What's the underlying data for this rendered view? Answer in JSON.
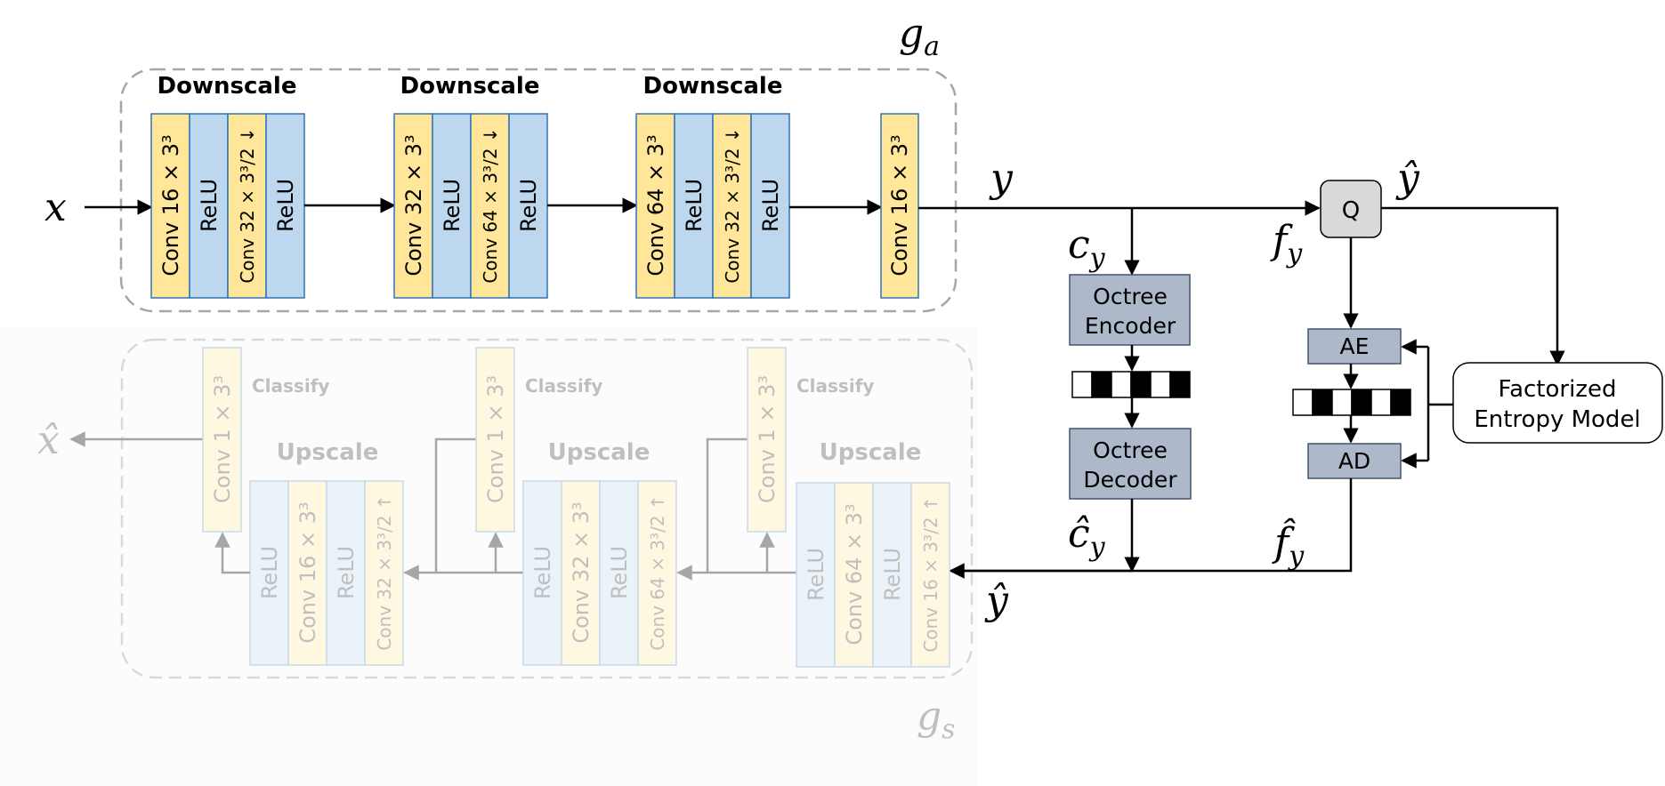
{
  "labels": {
    "g_a": "g",
    "g_a_sub": "a",
    "g_s": "g",
    "g_s_sub": "s",
    "x": "x",
    "x_hat": "x̂",
    "y": "y",
    "y_hat_q": "ŷ",
    "y_hat_dec": "ŷ",
    "c_y": "c",
    "c_y_sub": "y",
    "c_hat_y": "ĉ",
    "c_hat_y_sub": "y",
    "f_y": "f",
    "f_y_sub": "y",
    "f_hat_y": "f̂",
    "f_hat_y_sub": "y"
  },
  "encoder": {
    "stages": [
      {
        "title": "Downscale",
        "blocks": [
          "Conv 16 × 3³",
          "ReLU",
          "Conv 32 × 3³/2 ↓",
          "ReLU"
        ]
      },
      {
        "title": "Downscale",
        "blocks": [
          "Conv 32 × 3³",
          "ReLU",
          "Conv 64 × 3³/2 ↓",
          "ReLU"
        ]
      },
      {
        "title": "Downscale",
        "blocks": [
          "Conv 64 × 3³",
          "ReLU",
          "Conv 32 × 3³/2 ↓",
          "ReLU"
        ]
      }
    ],
    "final_conv": "Conv 16 × 3³"
  },
  "decoder": {
    "stages": [
      {
        "title": "Upscale",
        "blocks": [
          "ReLU",
          "Conv 16 × 3³",
          "ReLU",
          "Conv 32 × 3³/2 ↑"
        ],
        "classify_title": "Classify",
        "classify_conv": "Conv 1 × 3³"
      },
      {
        "title": "Upscale",
        "blocks": [
          "ReLU",
          "Conv 32 × 3³",
          "ReLU",
          "Conv 64 × 3³/2 ↑"
        ],
        "classify_title": "Classify",
        "classify_conv": "Conv 1 × 3³"
      },
      {
        "title": "Upscale",
        "blocks": [
          "ReLU",
          "Conv 64 × 3³",
          "ReLU",
          "Conv 16 × 3³/2 ↑"
        ],
        "classify_title": "Classify",
        "classify_conv": "Conv 1 × 3³"
      }
    ]
  },
  "octree": {
    "encoder": [
      "Octree",
      "Encoder"
    ],
    "decoder": [
      "Octree",
      "Decoder"
    ]
  },
  "entropy": {
    "q": "Q",
    "ae": "AE",
    "ad": "AD",
    "model": [
      "Factorized",
      "Entropy Model"
    ]
  },
  "colors": {
    "conv_fill": "#ffe699",
    "relu_fill": "#bdd7ee",
    "block_stroke": "#2e75b6",
    "gray_box": "#adb9ca",
    "faded_conv": "#fff8e0",
    "faded_relu": "#eaf2fa",
    "faded_stroke": "#c9d9ea",
    "faded_text": "#bfbfbf"
  }
}
